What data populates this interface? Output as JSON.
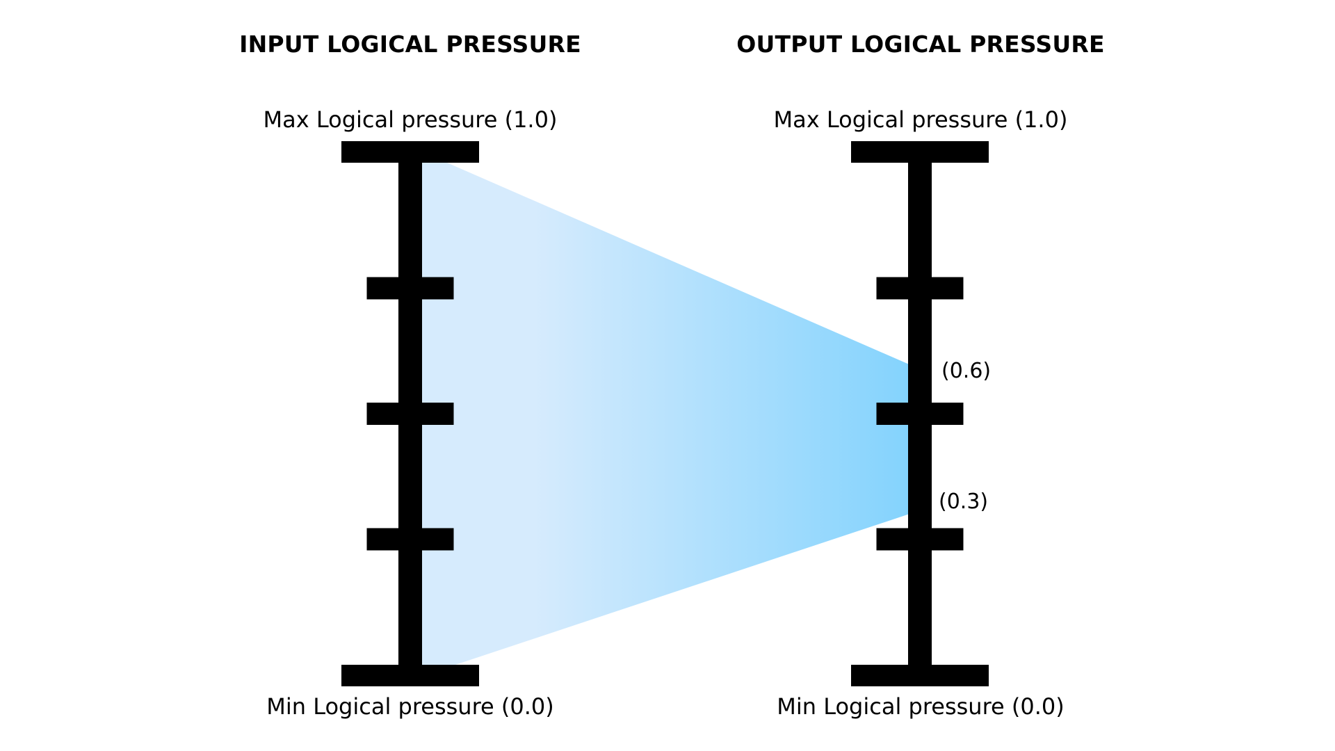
{
  "input": {
    "title": "INPUT LOGICAL PRESSURE",
    "max_label": "Max Logical pressure (1.0)",
    "min_label": "Min Logical pressure (0.0)",
    "range": [
      0.0,
      1.0
    ],
    "ticks": [
      0.75,
      0.5,
      0.25
    ]
  },
  "output": {
    "title": "OUTPUT LOGICAL PRESSURE",
    "max_label": "Max Logical pressure (1.0)",
    "min_label": "Min Logical pressure (0.0)",
    "range": [
      0.0,
      1.0
    ],
    "ticks": [
      0.75,
      0.5,
      0.25
    ],
    "mapped_max_label": "(0.6)",
    "mapped_min_label": "(0.3)"
  },
  "mapping": {
    "input_from": 1.0,
    "input_to": 0.0,
    "output_from": 0.6,
    "output_to": 0.3
  },
  "colors": {
    "axis": "#000000",
    "gradient_start": "#d6ebfd",
    "gradient_end": "#84d3fd"
  }
}
